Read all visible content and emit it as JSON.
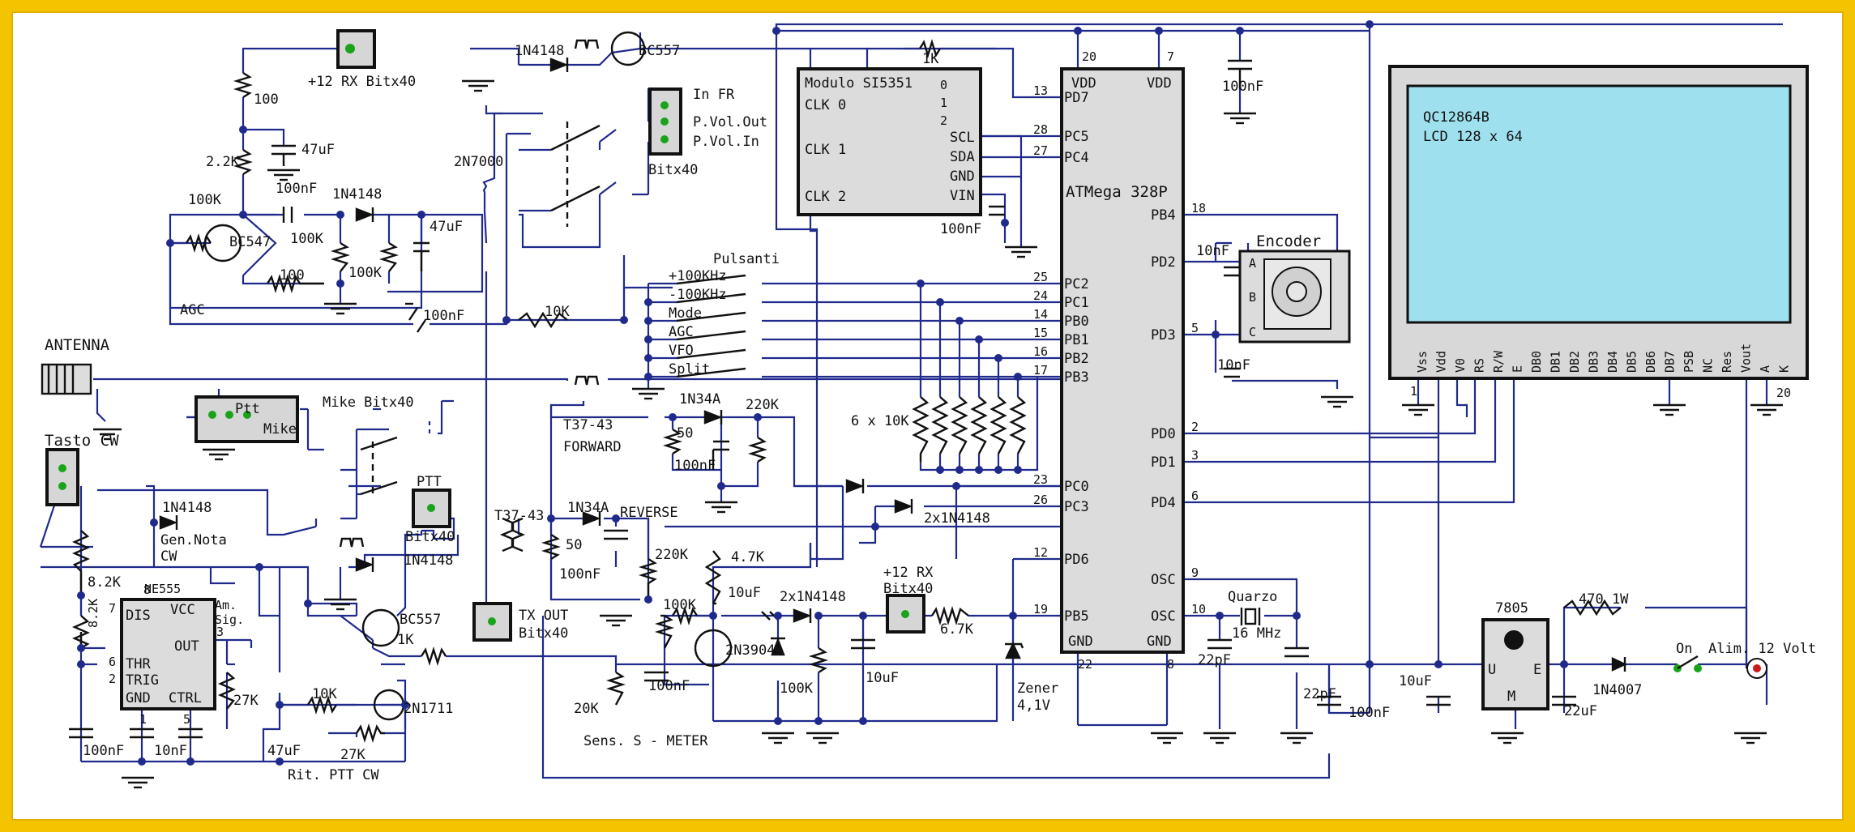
{
  "mcu": {
    "name": "ATMega 328P",
    "left_pins": [
      {
        "num": "13",
        "label": "PD7"
      },
      {
        "num": "28",
        "label": "PC5"
      },
      {
        "num": "27",
        "label": "PC4"
      },
      {
        "num": "25",
        "label": "PC2"
      },
      {
        "num": "24",
        "label": "PC1"
      },
      {
        "num": "14",
        "label": "PB0"
      },
      {
        "num": "15",
        "label": "PB1"
      },
      {
        "num": "16",
        "label": "PB2"
      },
      {
        "num": "17",
        "label": "PB3"
      },
      {
        "num": "23",
        "label": "PC0"
      },
      {
        "num": "26",
        "label": "PC3"
      },
      {
        "num": "12",
        "label": "PD6"
      },
      {
        "num": "19",
        "label": "PB5"
      }
    ],
    "right_pins": [
      {
        "num": "18",
        "label": "PB4"
      },
      {
        "num": "",
        "label": "PD2"
      },
      {
        "num": "5",
        "label": "PD3"
      },
      {
        "num": "2",
        "label": "PD0"
      },
      {
        "num": "3",
        "label": "PD1"
      },
      {
        "num": "6",
        "label": "PD4"
      },
      {
        "num": "9",
        "label": "OSC"
      },
      {
        "num": "10",
        "label": "OSC"
      }
    ],
    "vdd_left": "VDD",
    "vdd_right": "VDD",
    "vdd_left_num": "20",
    "vdd_right_num": "7",
    "gnd_left": "GND",
    "gnd_right": "GND",
    "gnd_left_num": "22",
    "gnd_right_num": "8"
  },
  "si5351": {
    "title": "Modulo SI5351",
    "clk0": "CLK 0",
    "clk1": "CLK 1",
    "clk2": "CLK 2",
    "n0": "0",
    "n1": "1",
    "n2": "2",
    "scl": "SCL",
    "sda": "SDA",
    "gnd": "GND",
    "vin": "VIN"
  },
  "lcd": {
    "model": "QC12864B",
    "desc": "LCD 128 x 64",
    "pins": [
      "Vss",
      "Vdd",
      "V0",
      "RS",
      "R/W",
      "E",
      "DB0",
      "DB1",
      "DB2",
      "DB3",
      "DB4",
      "DB5",
      "DB6",
      "DB7",
      "PSB",
      "NC",
      "Res",
      "Vout",
      "A",
      "K"
    ],
    "pin1": "1",
    "pin20": "20"
  },
  "encoder": {
    "label": "Encoder",
    "a": "A",
    "b": "B",
    "c": "C"
  },
  "buttons": {
    "title": "Pulsanti",
    "items": [
      "+100KHz",
      "-100KHz",
      "Mode",
      "AGC",
      "VFO",
      "Split"
    ]
  },
  "ne555": {
    "name": "NE555",
    "dis": "DIS",
    "vcc": "VCC",
    "thr": "THR",
    "trig": "TRIG",
    "out": "OUT",
    "gnd": "GND",
    "ctrl": "CTRL",
    "p8": "8",
    "p7": "7",
    "p6": "6",
    "p2": "2",
    "p3": "3",
    "p1": "1",
    "p5": "5"
  },
  "regulator": {
    "name": "7805",
    "u": "U",
    "e": "E",
    "m": "M"
  },
  "labels": {
    "rx12": "+12 RX Bitx40",
    "in_fr": "In FR",
    "pvol_out": "P.Vol.Out",
    "pvol_in": "P.Vol.In",
    "bitx40": "Bitx40",
    "antenna": "ANTENNA",
    "tasto": "Tasto CW",
    "ptt": "Ptt",
    "mike": "Mike",
    "mike_bitx": "Mike Bitx40",
    "ptt2": "PTT",
    "bitx40b": "Bitx40",
    "t37_fwd": "T37-43",
    "forward": "FORWARD",
    "t37_rev": "T37-43",
    "reverse": "REVERSE",
    "tx_out": "TX OUT",
    "tx_out2": "Bitx40",
    "rx12b": "+12 RX",
    "rx12b2": "Bitx40",
    "quarzo": "Quarzo",
    "mhz": "16 MHz",
    "zener": "Zener",
    "zener_v": "4,1V",
    "sens": "Sens. S - METER",
    "on": "On",
    "alim": "Alim. 12 Volt",
    "agc": "AGC",
    "gen_nota": "Gen.Nota",
    "gen_cw": "CW",
    "am_sig": "Am.",
    "am_sig2": "Sig.",
    "rit": "Rit. PTT CW",
    "six10k": "6 x 10K"
  },
  "components": {
    "d_1n4148_top": "1N4148",
    "bc557_top": "BC557",
    "r_1k_top": "1K",
    "c100n_top": "100nF",
    "r100": "100",
    "c47u": "47uF",
    "r2k2": "2.2K",
    "c100n_agc": "100nF",
    "d1n4148_agc": "1N4148",
    "c47u_b": "47uF",
    "r100k_a": "100K",
    "bc547": "BC547",
    "r100k_b": "100K",
    "r100k_c": "100K",
    "r100_b": "100",
    "q2n7000": "2N7000",
    "c100n_line": "100nF",
    "r10k_line": "10K",
    "c100n_vin": "100nF",
    "c10n_enc1": "10nF",
    "c10n_enc2": "10nF",
    "d1n34a_f": "1N34A",
    "r220k_f": "220K",
    "r50_f": "50",
    "c100n_f": "100nF",
    "d1n34a_r": "1N34A",
    "r50_r": "50",
    "c100n_r": "100nF",
    "r220k_r": "220K",
    "d2x1n4148": "2x1N4148",
    "r47k": "4.7K",
    "c10u_a": "10uF",
    "d2x1n4148_b": "2x1N4148",
    "r100k_d": "100K",
    "q2n3904": "2N3904",
    "c100n_s": "100nF",
    "r100k_e": "100K",
    "c10u_b": "10uF",
    "r20k": "20K",
    "r67k": "6.7K",
    "c22p_a": "22pF",
    "c22p_b": "22pF",
    "r470": "470 1W",
    "d1n4007": "1N4007",
    "c10u_c": "10uF",
    "c100n_reg": "100nF",
    "c22u": "22uF",
    "d1n4148_cw": "1N4148",
    "r82k_a": "8.2K",
    "r82k_b": "8.2K",
    "c100n_555": "100nF",
    "c10n_555": "10nF",
    "r27k": "27K",
    "c47u_555": "47uF",
    "r10k_555": "10K",
    "r27k_b": "27K",
    "q2n1711": "2N1711",
    "bc557_b": "BC557",
    "r1k_b": "1K",
    "d1n4148_relay": "1N4148"
  }
}
